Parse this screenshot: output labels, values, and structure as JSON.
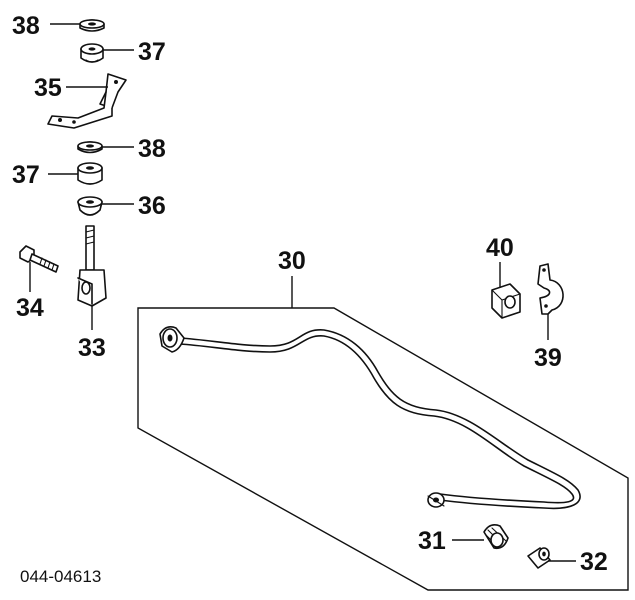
{
  "callouts": {
    "c38a": "38",
    "c37a": "37",
    "c35": "35",
    "c38b": "38",
    "c37b": "37",
    "c36": "36",
    "c34": "34",
    "c33": "33",
    "c30": "30",
    "c40": "40",
    "c39": "39",
    "c31": "31",
    "c32": "32"
  },
  "diagram_code": "044-04613"
}
